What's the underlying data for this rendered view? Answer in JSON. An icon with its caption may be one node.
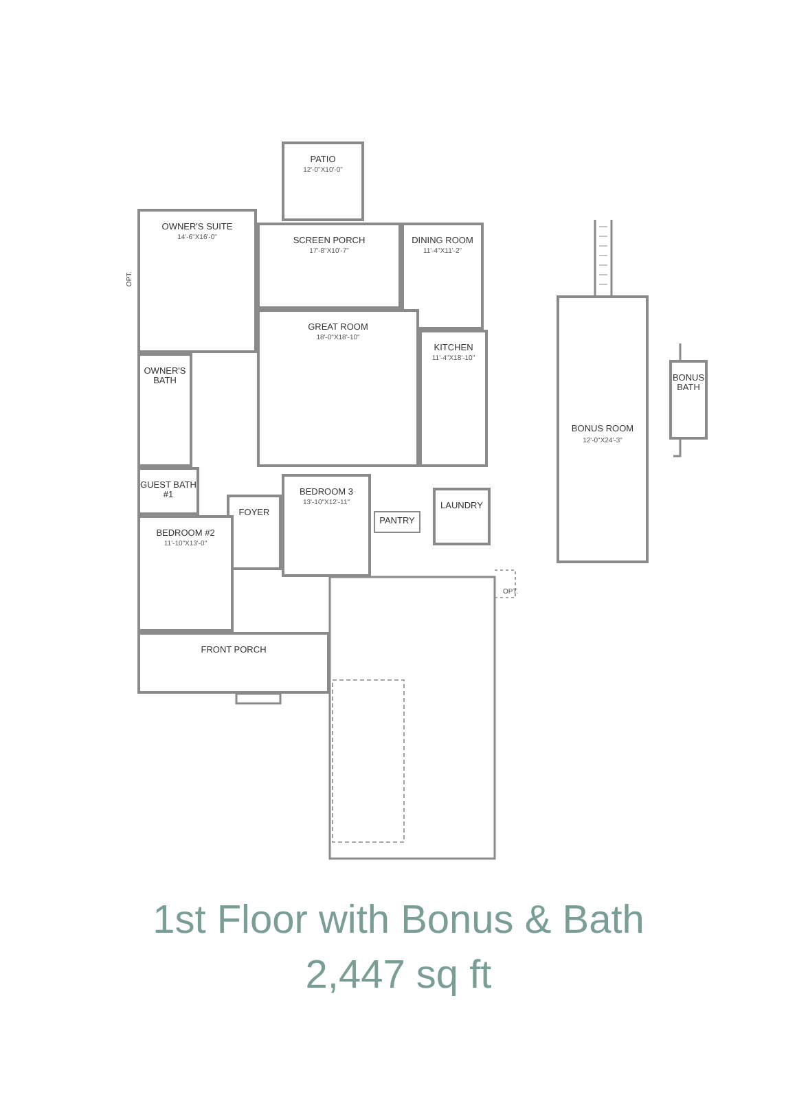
{
  "diagram": {
    "title": "1st Floor with Bonus & Bath",
    "caption": "2,447 sq ft",
    "nodes": [
      {
        "text": [
          "PATIO",
          "12'-0\"X10'-0\""
        ]
      },
      {
        "text": [
          "OWNER'S SUITE",
          "14'-6\"X16'-0\""
        ]
      },
      {
        "text": [
          "SCREEN PORCH",
          "17'-8\"X10'-7\""
        ]
      },
      {
        "text": [
          "DINING ROOM",
          "11'-4\"X11'-2\""
        ]
      },
      {
        "text": [
          "GREAT ROOM",
          "18'-0\"X18'-10\""
        ]
      },
      {
        "text": [
          "KITCHEN",
          "11'-4\"X18'-10\""
        ]
      },
      {
        "text": [
          "OWNER'S BATH"
        ]
      },
      {
        "text": [
          "GUEST BATH #1"
        ]
      },
      {
        "text": [
          "BEDROOM 3",
          "13'-10\"X12'-11\""
        ]
      },
      {
        "text": [
          "PANTRY"
        ]
      },
      {
        "text": [
          "LAUNDRY"
        ]
      },
      {
        "text": [
          "FOYER"
        ]
      },
      {
        "text": [
          "BEDROOM #2",
          "11'-10\"X13'-0\""
        ]
      },
      {
        "text": [
          "FRONT PORCH"
        ]
      },
      {
        "text": [
          "BONUS ROOM",
          "12'-0\"X24'-3\""
        ]
      },
      {
        "text": [
          "BONUS BATH"
        ]
      }
    ],
    "labels": [
      "OPT.",
      "OPT."
    ]
  }
}
